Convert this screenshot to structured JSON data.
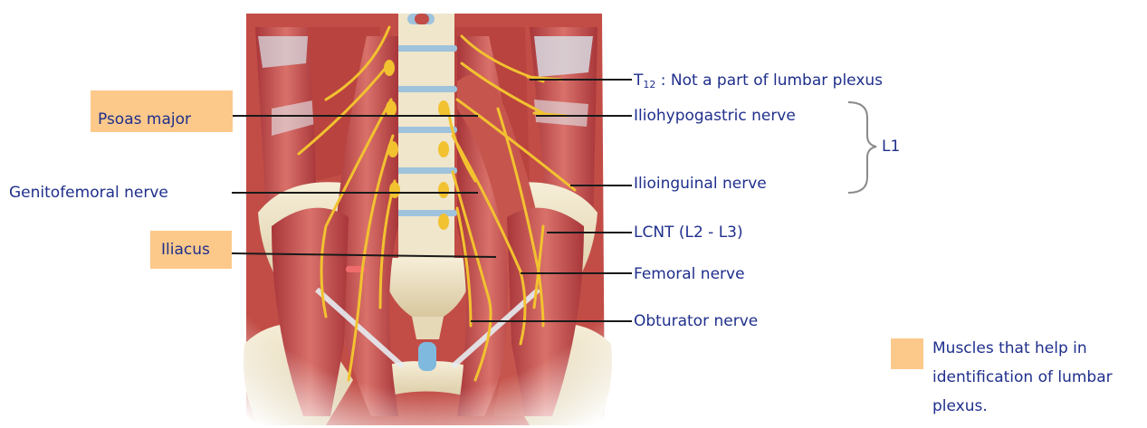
{
  "labels": {
    "t12_prefix": "T",
    "t12_sub": "12",
    "t12_rest": " : Not a part of lumbar plexus",
    "iliohypogastric": "Iliohypogastric nerve",
    "ilioinguinal": "Ilioinguinal nerve",
    "l1": "L1",
    "lcnt": "LCNT (L2 - L3)",
    "femoral": "Femoral nerve",
    "obturator": "Obturator nerve",
    "psoas": "Psoas major",
    "genitofemoral": "Genitofemoral nerve",
    "iliacus": "Iliacus"
  },
  "legend": {
    "text": "Muscles that help in identification of lumbar plexus.",
    "swatch_color": "#fcc98a"
  },
  "colors": {
    "label_text": "#1f2f8c",
    "highlight": "#fcc98a",
    "muscle": "#c2504a",
    "nerve": "#f2c230",
    "bone": "#efe4c6"
  }
}
